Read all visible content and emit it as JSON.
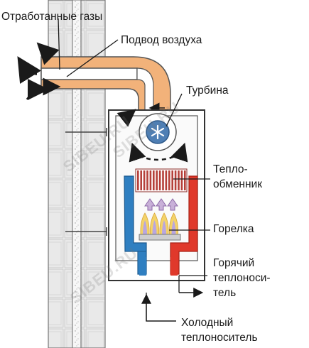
{
  "labels": {
    "exhaust": "Отработанные газы",
    "air_intake": "Подвод воздуха",
    "turbine": "Турбина",
    "heat_exchanger_line1": "Тепло-",
    "heat_exchanger_line2": "обменник",
    "burner": "Горелка",
    "hot_line1": "Горячий",
    "hot_line2": "теплоноси-",
    "hot_line3": "тель",
    "cold_line1": "Холодный",
    "cold_line2": "теплоноситель"
  },
  "watermarks": [
    "SIBEU.RU",
    "SIBEU.RU",
    "SIBEU.RU"
  ],
  "colors": {
    "pipe": "#f2b27a",
    "pipe_outline": "#555555",
    "hot": "#e0392b",
    "cold": "#2f7fc1",
    "flame": "#f3d36a",
    "heat_exchanger": "#b5403a",
    "fan": "#4f7fb4"
  }
}
